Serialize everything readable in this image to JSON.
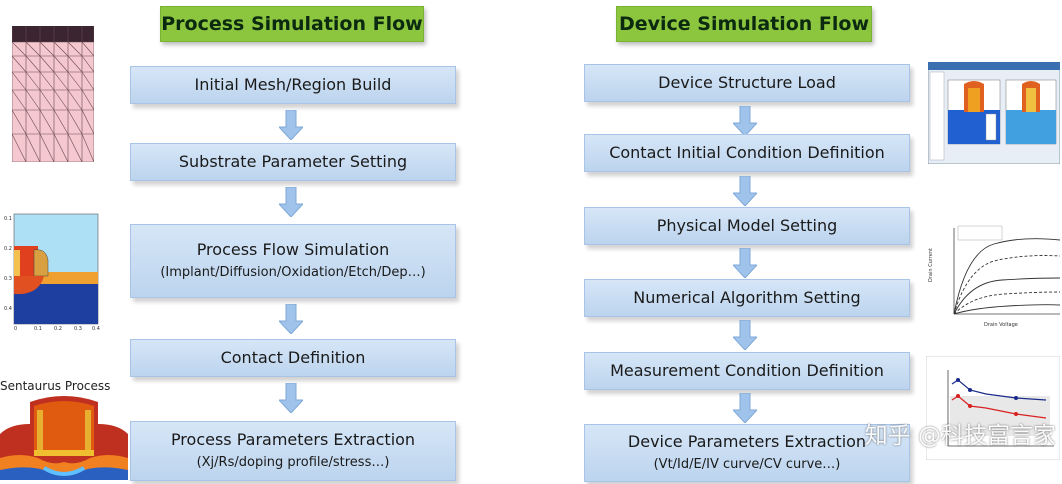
{
  "process": {
    "title": "Process Simulation Flow",
    "steps": [
      {
        "label": "Initial Mesh/Region Build",
        "sub": ""
      },
      {
        "label": "Substrate Parameter Setting",
        "sub": ""
      },
      {
        "label": "Process Flow Simulation",
        "sub": "(Implant/Diffusion/Oxidation/Etch/Dep…)"
      },
      {
        "label": "Contact Definition",
        "sub": ""
      },
      {
        "label": "Process Parameters Extraction",
        "sub": "(Xj/Rs/doping profile/stress…)"
      }
    ],
    "images": {
      "mesh": "mesh-thumbnail",
      "structure": "structure-thumbnail",
      "sentaurus_caption": "Sentaurus Process"
    }
  },
  "device": {
    "title": "Device Simulation Flow",
    "steps": [
      {
        "label": "Device Structure Load",
        "sub": ""
      },
      {
        "label": "Contact Initial Condition Definition",
        "sub": ""
      },
      {
        "label": "Physical Model Setting",
        "sub": ""
      },
      {
        "label": "Numerical Algorithm Setting",
        "sub": ""
      },
      {
        "label": "Measurement Condition Definition",
        "sub": ""
      },
      {
        "label": "Device Parameters Extraction",
        "sub": "(Vt/Id/E/IV curve/CV curve…)"
      }
    ],
    "images": {
      "screenshot": "device-window-thumbnail",
      "iv_plot": "iv-curve-thumbnail",
      "rolloff_plot": "rolloff-thumbnail"
    }
  },
  "watermark": "知乎 @科技富言家",
  "colors": {
    "title_bg": "#8cc63f",
    "box_bg": "#c8dcf2",
    "arrow": "#9fc3ea"
  }
}
